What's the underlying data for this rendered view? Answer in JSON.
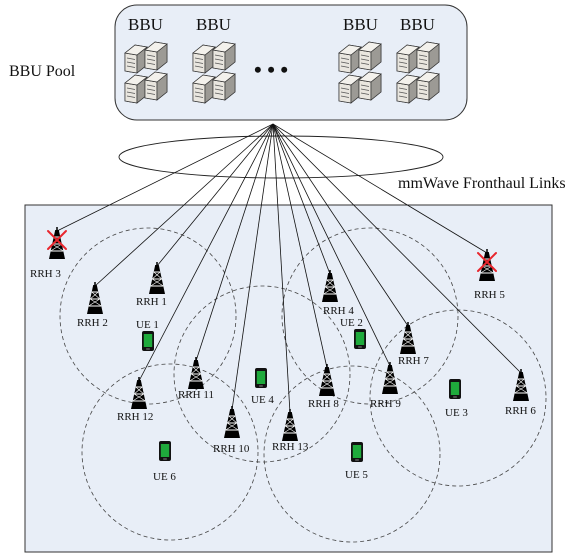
{
  "pool": {
    "label": "BBU Pool",
    "bbu_label": "BBU",
    "ellipsis": "• • •"
  },
  "links_label": "mmWave Fronthaul Links",
  "rrhs": [
    {
      "label": "RRH 1",
      "disabled": false
    },
    {
      "label": "RRH 2",
      "disabled": false
    },
    {
      "label": "RRH 3",
      "disabled": true
    },
    {
      "label": "RRH 4",
      "disabled": false
    },
    {
      "label": "RRH 5",
      "disabled": true
    },
    {
      "label": "RRH 6",
      "disabled": false
    },
    {
      "label": "RRH 7",
      "disabled": false
    },
    {
      "label": "RRH 8",
      "disabled": false
    },
    {
      "label": "RRH 9",
      "disabled": false
    },
    {
      "label": "RRH 10",
      "disabled": false
    },
    {
      "label": "RRH 11",
      "disabled": false
    },
    {
      "label": "RRH 12",
      "disabled": false
    },
    {
      "label": "RRH 13",
      "disabled": false
    }
  ],
  "ues": [
    {
      "label": "UE 1"
    },
    {
      "label": "UE 2"
    },
    {
      "label": "UE 3"
    },
    {
      "label": "UE 4"
    },
    {
      "label": "UE 5"
    },
    {
      "label": "UE 6"
    }
  ],
  "colors": {
    "pool_fill": "#e8eef7",
    "area_fill": "#e8eef7",
    "ue_green": "#1faa3c",
    "disabled_mark": "#e8262d"
  }
}
